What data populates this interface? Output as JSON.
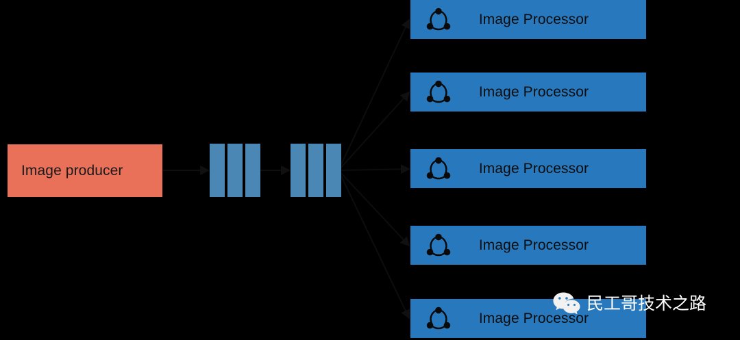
{
  "diagram": {
    "title": "Image producer to Image Processor fan-out",
    "background_color": "#000000",
    "producer": {
      "label": "Image producer",
      "color": "#ea7159",
      "icon": "none"
    },
    "queue": {
      "bar_color": "#4a87b5",
      "groups": [
        {
          "name": "queue-group-1",
          "bars": 3
        },
        {
          "name": "queue-group-2",
          "bars": 3
        }
      ]
    },
    "processors": {
      "color": "#2878be",
      "icon": "share-nodes-icon",
      "items": [
        {
          "label": "Image Processor"
        },
        {
          "label": "Image Processor"
        },
        {
          "label": "Image Processor"
        },
        {
          "label": "Image Processor"
        },
        {
          "label": "Image Processor"
        }
      ]
    },
    "edges": {
      "color": "#0b0b0b",
      "producer_to_queue": 1,
      "queue_to_processors": 5
    }
  },
  "watermark": {
    "text": "民工哥技术之路",
    "icon": "wechat-icon",
    "color": "#ffffff"
  }
}
